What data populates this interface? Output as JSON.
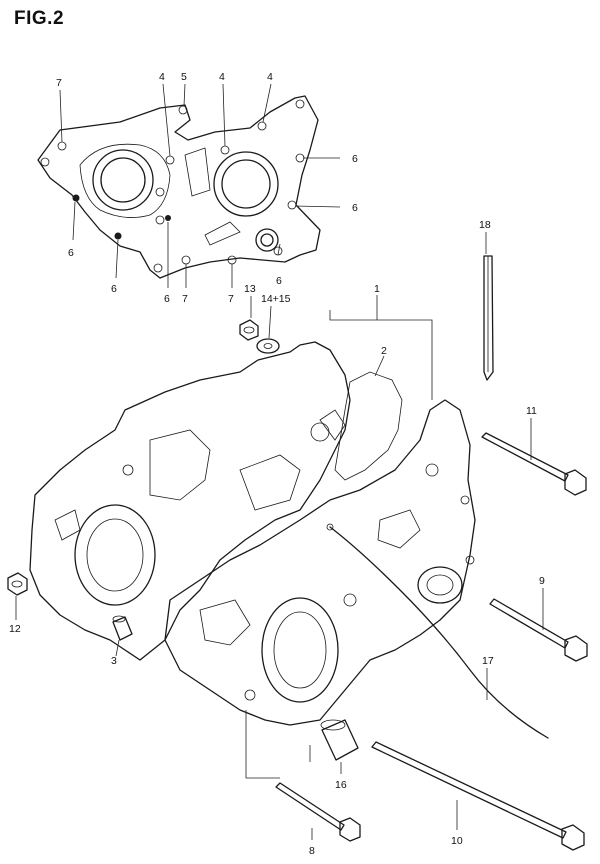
{
  "figure": {
    "title": "FIG.2"
  },
  "callouts": [
    {
      "id": "c7a",
      "text": "7"
    },
    {
      "id": "c4a",
      "text": "4"
    },
    {
      "id": "c5",
      "text": "5"
    },
    {
      "id": "c4b",
      "text": "4"
    },
    {
      "id": "c4c",
      "text": "4"
    },
    {
      "id": "c6a",
      "text": "6"
    },
    {
      "id": "c6b",
      "text": "6"
    },
    {
      "id": "c6c",
      "text": "6"
    },
    {
      "id": "c6d",
      "text": "6"
    },
    {
      "id": "c6e",
      "text": "6"
    },
    {
      "id": "c7b",
      "text": "7"
    },
    {
      "id": "c7c",
      "text": "7"
    },
    {
      "id": "c6f",
      "text": "6"
    },
    {
      "id": "c18",
      "text": "18"
    },
    {
      "id": "c13",
      "text": "13"
    },
    {
      "id": "c1415",
      "text": "14+15"
    },
    {
      "id": "c1",
      "text": "1"
    },
    {
      "id": "c2",
      "text": "2"
    },
    {
      "id": "c11",
      "text": "11"
    },
    {
      "id": "c12",
      "text": "12"
    },
    {
      "id": "c3",
      "text": "3"
    },
    {
      "id": "c9",
      "text": "9"
    },
    {
      "id": "c17",
      "text": "17"
    },
    {
      "id": "c16",
      "text": "16"
    },
    {
      "id": "c8",
      "text": "8"
    },
    {
      "id": "c10",
      "text": "10"
    }
  ]
}
